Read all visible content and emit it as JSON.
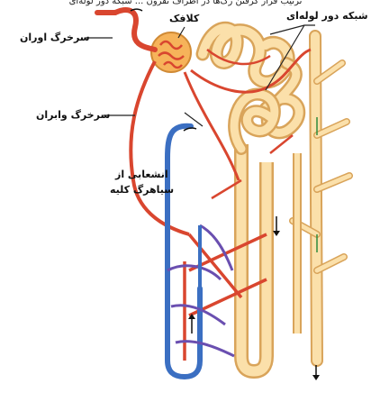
{
  "top_text": "ترتیب قرار گرفتن رگ‌ها در اطراف نفرون ... شبکه دور لوله‌ای",
  "labels": {
    "kalafak": "کلافک",
    "shabake": "شبکه دور لوله‌ای",
    "avaran": "سرخرگ اوران",
    "vabaran": "سرخرگ وابران",
    "enshe_1": "انشعابی از",
    "enshe_2": "سیاهرگ کلیه"
  },
  "colors": {
    "artery": "#d9462f",
    "vein": "#3b6fc2",
    "tubule": "#f7d49a",
    "tubule_edge": "#d9a45a",
    "glomerulus": "#f2a24a"
  }
}
